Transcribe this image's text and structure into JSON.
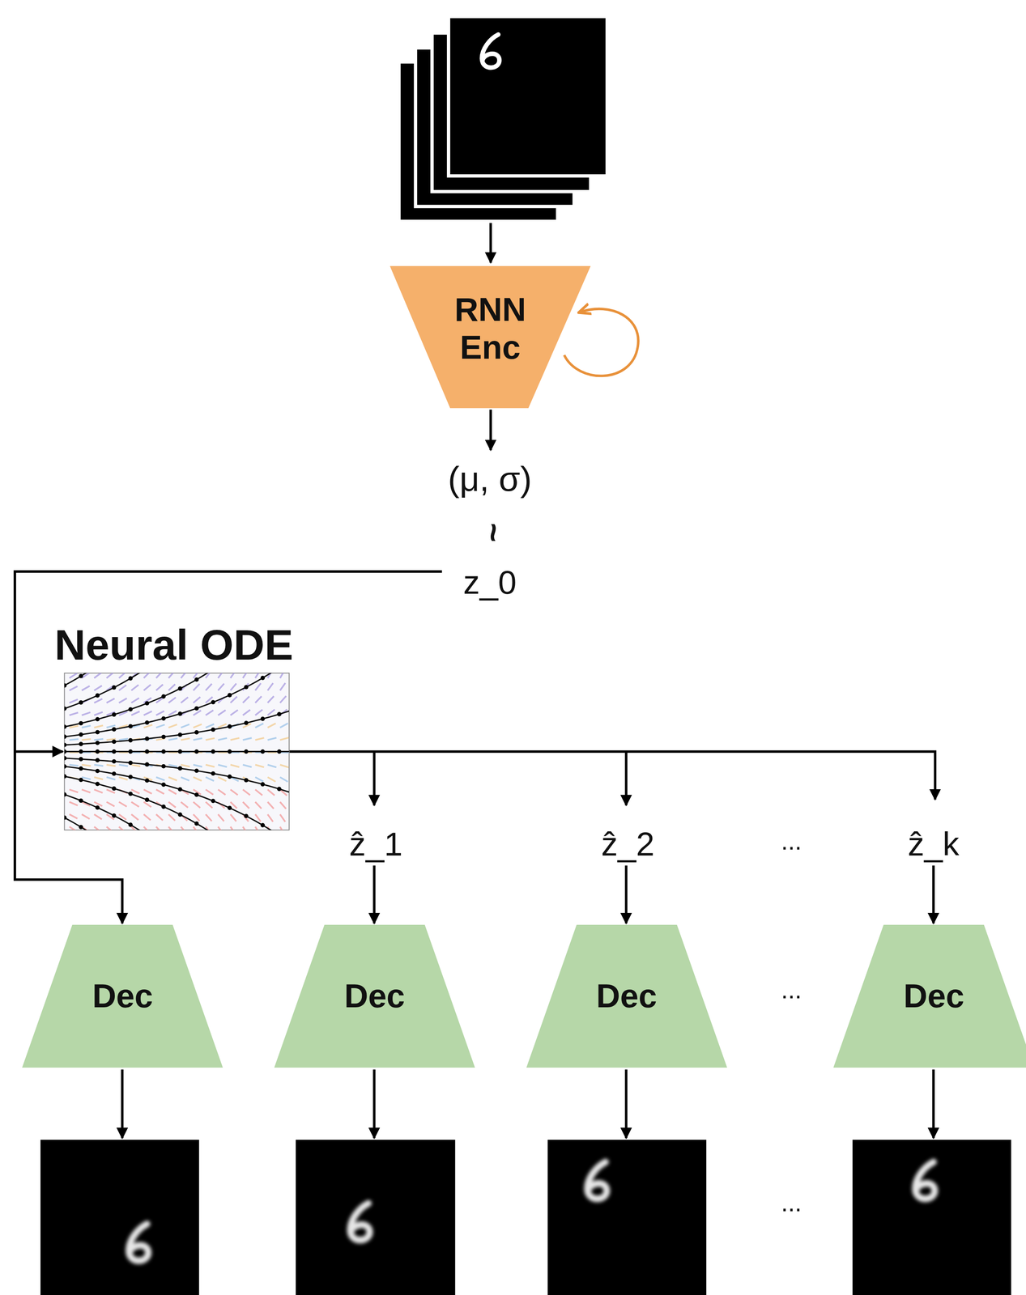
{
  "diagram": {
    "nodes": [
      {
        "text": [
          "RNN Enc"
        ]
      },
      {
        "text": [
          "Neural ODE"
        ]
      },
      {
        "text": [
          "Dec"
        ]
      },
      {
        "text": [
          "Dec"
        ]
      },
      {
        "text": [
          "Dec"
        ]
      },
      {
        "text": [
          "Dec"
        ]
      }
    ],
    "labels": [
      "(μ, σ)",
      "~",
      "z_0",
      "ẑ_1",
      "ẑ_2",
      "...",
      "ẑ_k",
      "...",
      "..."
    ]
  }
}
